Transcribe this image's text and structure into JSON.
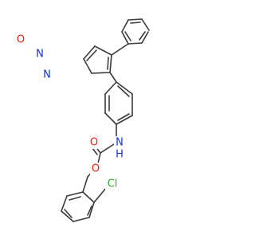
{
  "colors": {
    "bond": "#3a3a3a",
    "carbon": "#3a3a3a",
    "oxygen": "#e8210f",
    "nitrogen": "#1133d6",
    "chlorine": "#22b022"
  },
  "atoms": {
    "o_ring": "O",
    "n_ring_2": "N",
    "n_ring_4": "N",
    "n_amide": "N",
    "h_amide": "H",
    "o_carbonyl": "O",
    "o_ether": "O",
    "cl": "Cl"
  }
}
